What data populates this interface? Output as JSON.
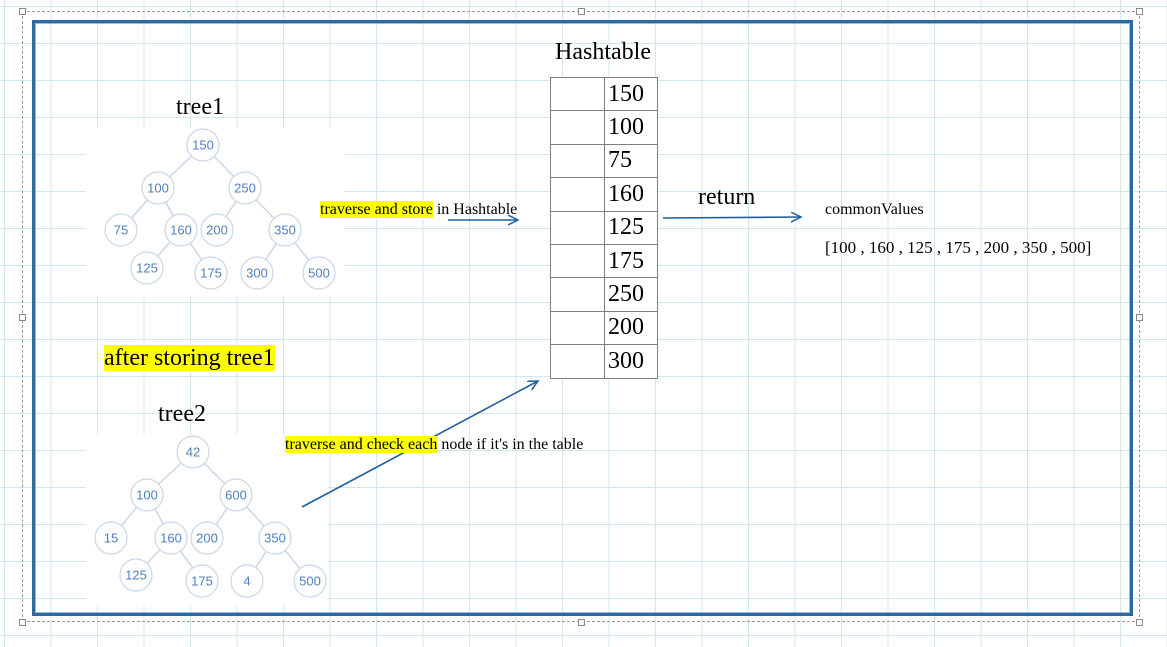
{
  "hashtable": {
    "title": "Hashtable",
    "values": [
      "150",
      "100",
      "75",
      "160",
      "125",
      "175",
      "250",
      "200",
      "300"
    ]
  },
  "tree1": {
    "label": "tree1",
    "nodes": [
      "150",
      "100",
      "250",
      "75",
      "160",
      "200",
      "350",
      "125",
      "175",
      "300",
      "500"
    ]
  },
  "tree2": {
    "label": "tree2",
    "nodes": [
      "42",
      "100",
      "600",
      "15",
      "160",
      "200",
      "350",
      "125",
      "175",
      "4",
      "500"
    ]
  },
  "annotations": {
    "store": {
      "highlight": "traverse and store",
      "rest": " in Hashtable"
    },
    "check": {
      "highlight": "traverse and check each",
      "rest": " node if it's in the table"
    },
    "after_store": "after storing tree1",
    "return_label": "return",
    "result_name": "commonValues",
    "result_values": "[100 , 160 , 125 , 175 , 200 , 350 , 500]"
  },
  "colors": {
    "highlight": "#ffff00",
    "frame": "#2d6a9f",
    "arrow": "#1f5e9e",
    "node_text": "#4f81bd",
    "node_border": "#c9d7ea",
    "grid": "#cfe8ef"
  }
}
